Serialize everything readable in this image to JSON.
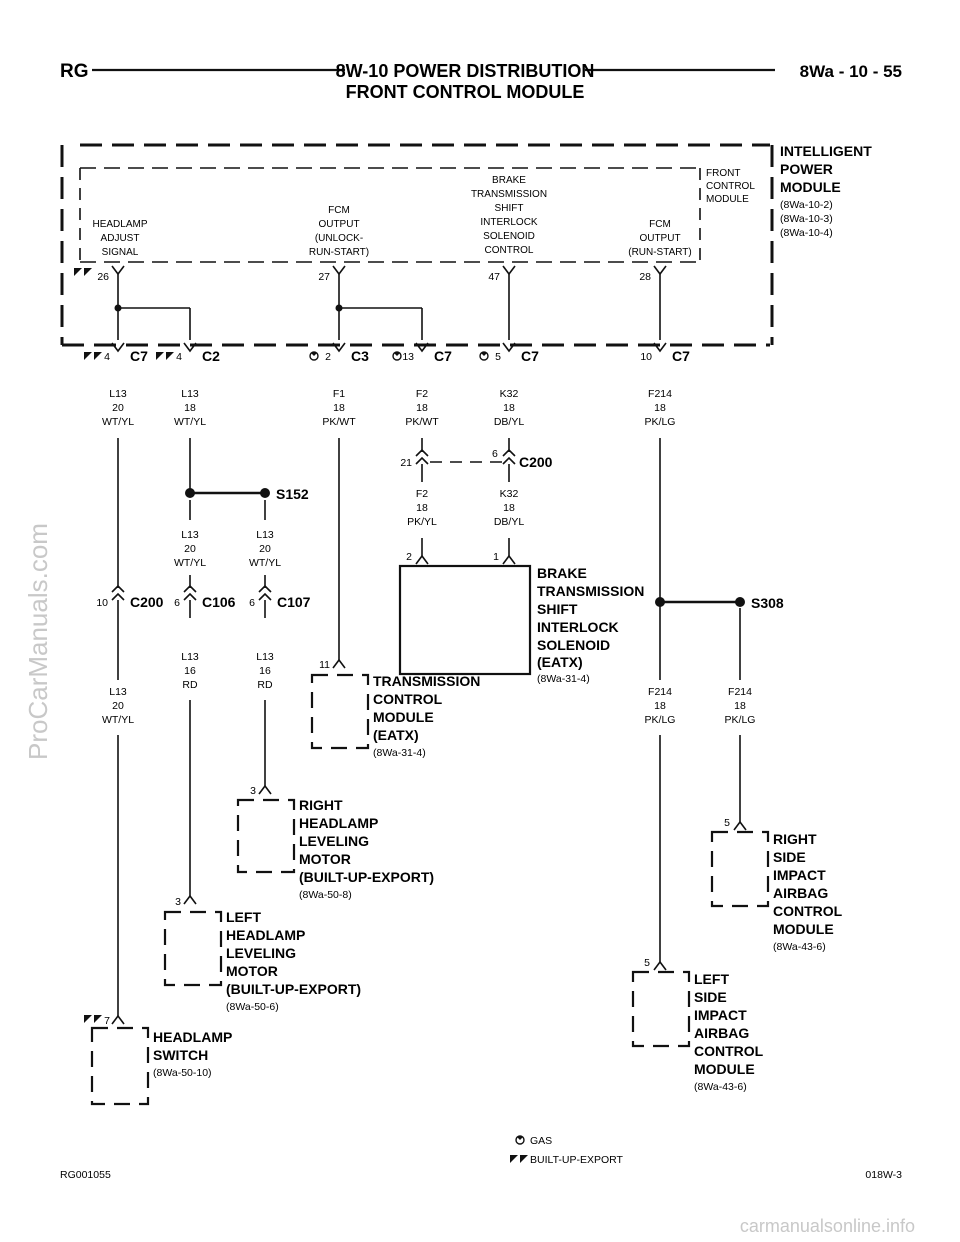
{
  "header": {
    "left": "RG",
    "title_line1": "8W-10 POWER DISTRIBUTION",
    "title_line2": "FRONT CONTROL MODULE",
    "right": "8Wa - 10 - 55"
  },
  "ipm": {
    "name": [
      "INTELLIGENT",
      "POWER",
      "MODULE"
    ],
    "refs": [
      "(8Wa-10-2)",
      "(8Wa-10-3)",
      "(8Wa-10-4)"
    ]
  },
  "fcm": {
    "name": [
      "FRONT",
      "CONTROL",
      "MODULE"
    ]
  },
  "fcm_outputs": [
    {
      "pin": "26",
      "label": [
        "HEADLAMP",
        "ADJUST",
        "SIGNAL"
      ]
    },
    {
      "pin": "27",
      "label": [
        "FCM",
        "OUTPUT",
        "(UNLOCK-",
        "RUN-START)"
      ]
    },
    {
      "pin": "47",
      "label": [
        "BRAKE",
        "TRANSMISSION",
        "SHIFT",
        "INTERLOCK",
        "SOLENOID",
        "CONTROL"
      ]
    },
    {
      "pin": "28",
      "label": [
        "FCM",
        "OUTPUT",
        "(RUN-START)"
      ]
    }
  ],
  "connectors": [
    {
      "pin": "4",
      "name": "C7",
      "variant": "built"
    },
    {
      "pin": "4",
      "name": "C2",
      "variant": "built"
    },
    {
      "pin": "2",
      "name": "C3",
      "variant": "gas"
    },
    {
      "pin": "13",
      "name": "C7",
      "variant": "gas"
    },
    {
      "pin": "5",
      "name": "C7",
      "variant": "gas"
    },
    {
      "pin": "10",
      "name": "C7",
      "variant": ""
    }
  ],
  "wires_top": [
    [
      "L13",
      "20",
      "WT/YL"
    ],
    [
      "L13",
      "18",
      "WT/YL"
    ],
    [
      "F1",
      "18",
      "PK/WT"
    ],
    [
      "F2",
      "18",
      "PK/WT"
    ],
    [
      "K32",
      "18",
      "DB/YL"
    ],
    [
      "F214",
      "18",
      "PK/LG"
    ]
  ],
  "c200_upper": {
    "name": "C200",
    "pin_left": "21",
    "pin_right": "6"
  },
  "wires_after_c200": [
    [
      "F2",
      "18",
      "PK/YL"
    ],
    [
      "K32",
      "18",
      "DB/YL"
    ]
  ],
  "s152": {
    "name": "S152"
  },
  "wires_after_s152": [
    [
      "L13",
      "20",
      "WT/YL"
    ],
    [
      "L13",
      "20",
      "WT/YL"
    ]
  ],
  "mid_connectors": [
    {
      "pin": "10",
      "name": "C200"
    },
    {
      "pin": "6",
      "name": "C106"
    },
    {
      "pin": "6",
      "name": "C107"
    }
  ],
  "wires_mid": [
    [
      "L13",
      "20",
      "WT/YL"
    ],
    [
      "L13",
      "16",
      "RD"
    ],
    [
      "L13",
      "16",
      "RD"
    ]
  ],
  "btsi": {
    "pin_a": "2",
    "pin_b": "1",
    "name": [
      "BRAKE",
      "TRANSMISSION",
      "SHIFT",
      "INTERLOCK",
      "SOLENOID",
      "(EATX)"
    ],
    "ref": "(8Wa-31-4)"
  },
  "tcm": {
    "pin": "11",
    "name": [
      "TRANSMISSION",
      "CONTROL",
      "MODULE",
      "(EATX)"
    ],
    "ref": "(8Wa-31-4)"
  },
  "s308": {
    "name": "S308"
  },
  "wires_s308": [
    [
      "F214",
      "18",
      "PK/LG"
    ],
    [
      "F214",
      "18",
      "PK/LG"
    ]
  ],
  "right_hl": {
    "pin": "3",
    "name": [
      "RIGHT",
      "HEADLAMP",
      "LEVELING",
      "MOTOR",
      "(BUILT-UP-EXPORT)"
    ],
    "ref": "(8Wa-50-8)"
  },
  "left_hl": {
    "pin": "3",
    "name": [
      "LEFT",
      "HEADLAMP",
      "LEVELING",
      "MOTOR",
      "(BUILT-UP-EXPORT)"
    ],
    "ref": "(8Wa-50-6)"
  },
  "hl_switch": {
    "pin": "7",
    "name": [
      "HEADLAMP",
      "SWITCH"
    ],
    "ref": "(8Wa-50-10)"
  },
  "right_airbag": {
    "pin": "5",
    "name": [
      "RIGHT",
      "SIDE",
      "IMPACT",
      "AIRBAG",
      "CONTROL",
      "MODULE"
    ],
    "ref": "(8Wa-43-6)"
  },
  "left_airbag": {
    "pin": "5",
    "name": [
      "LEFT",
      "SIDE",
      "IMPACT",
      "AIRBAG",
      "CONTROL",
      "MODULE"
    ],
    "ref": "(8Wa-43-6)"
  },
  "legend": {
    "gas": "GAS",
    "built": "BUILT-UP-EXPORT"
  },
  "footer": {
    "left": "RG001055",
    "right": "018W-3"
  },
  "watermark": {
    "side": "ProCarManuals.com",
    "bottom": "carmanualsonline.info"
  },
  "colors": {
    "line": "#111111",
    "watermark": "#c8c8c8"
  }
}
